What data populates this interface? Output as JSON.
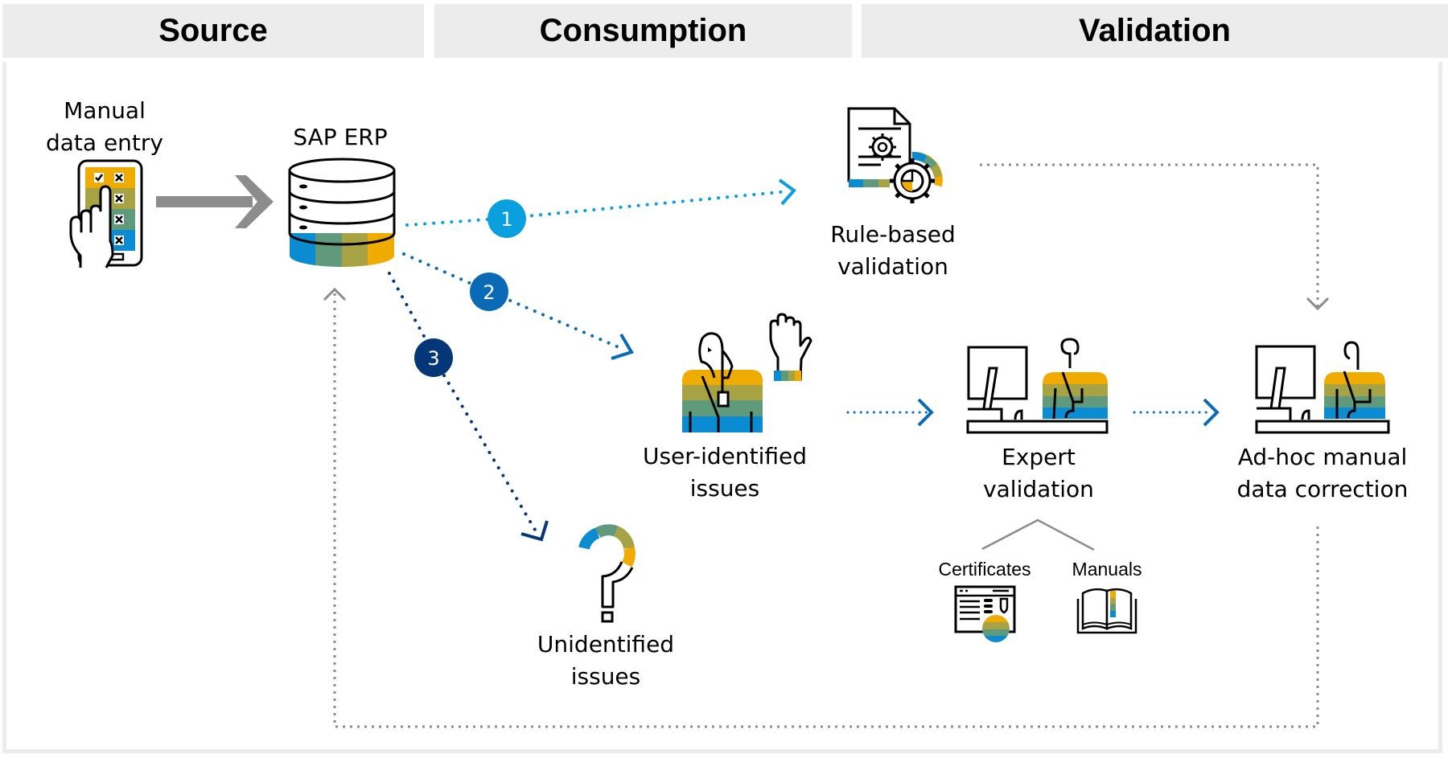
{
  "headers": {
    "source": "Source",
    "consumption": "Consumption",
    "validation": "Validation"
  },
  "nodes": {
    "manual_entry": {
      "line1": "Manual",
      "line2": "data entry",
      "icon": "touch-checklist-icon"
    },
    "sap_erp": {
      "label": "SAP ERP",
      "icon": "database-icon"
    },
    "rule_based": {
      "line1": "Rule-based",
      "line2": "validation",
      "icon": "document-gear-icon"
    },
    "user_identified": {
      "line1": "User-identified",
      "line2": "issues",
      "icon": "person-raised-hand-icon"
    },
    "unidentified": {
      "line1": "Unidentified",
      "line2": "issues",
      "icon": "question-mark-icon"
    },
    "expert": {
      "line1": "Expert",
      "line2": "validation",
      "icon": "person-at-computer-icon"
    },
    "adhoc": {
      "line1": "Ad-hoc manual",
      "line2": "data correction",
      "icon": "person-at-computer-icon"
    },
    "certificates": {
      "label": "Certificates",
      "icon": "certificate-window-icon"
    },
    "manuals": {
      "label": "Manuals",
      "icon": "open-book-icon"
    }
  },
  "paths": [
    {
      "number": "1",
      "color": "#0aa0e0",
      "to": "Rule-based validation"
    },
    {
      "number": "2",
      "color": "#0a6ab5",
      "to": "User-identified issues"
    },
    {
      "number": "3",
      "color": "#053677",
      "to": "Unidentified issues"
    }
  ],
  "colors": {
    "yellow": "#f0ab00",
    "olive": "#a7a244",
    "green": "#5f9a7c",
    "blue": "#0a8bd2",
    "gray_arrow": "#8c8c8c",
    "header_bg": "#ececec"
  }
}
